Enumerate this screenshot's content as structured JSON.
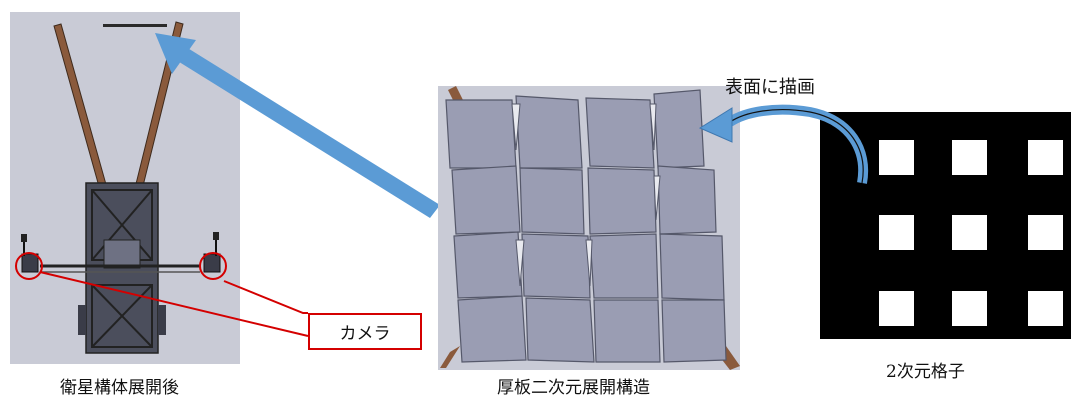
{
  "labels": {
    "satellite_deployed": "衛星構体展開後",
    "thick_panel_structure": "厚板二次元展開構造",
    "grid_2d": "2次元格子",
    "draw_on_surface": "表面に描画",
    "camera": "カメラ"
  },
  "colors": {
    "panel_background": "#c9cbd6",
    "panel_face": "#9a9db3",
    "panel_edge": "#55586a",
    "boom": "#8a5a3c",
    "big_arrow": "#5b9bd5",
    "callout": "#d40000",
    "grid_black": "#000000"
  }
}
